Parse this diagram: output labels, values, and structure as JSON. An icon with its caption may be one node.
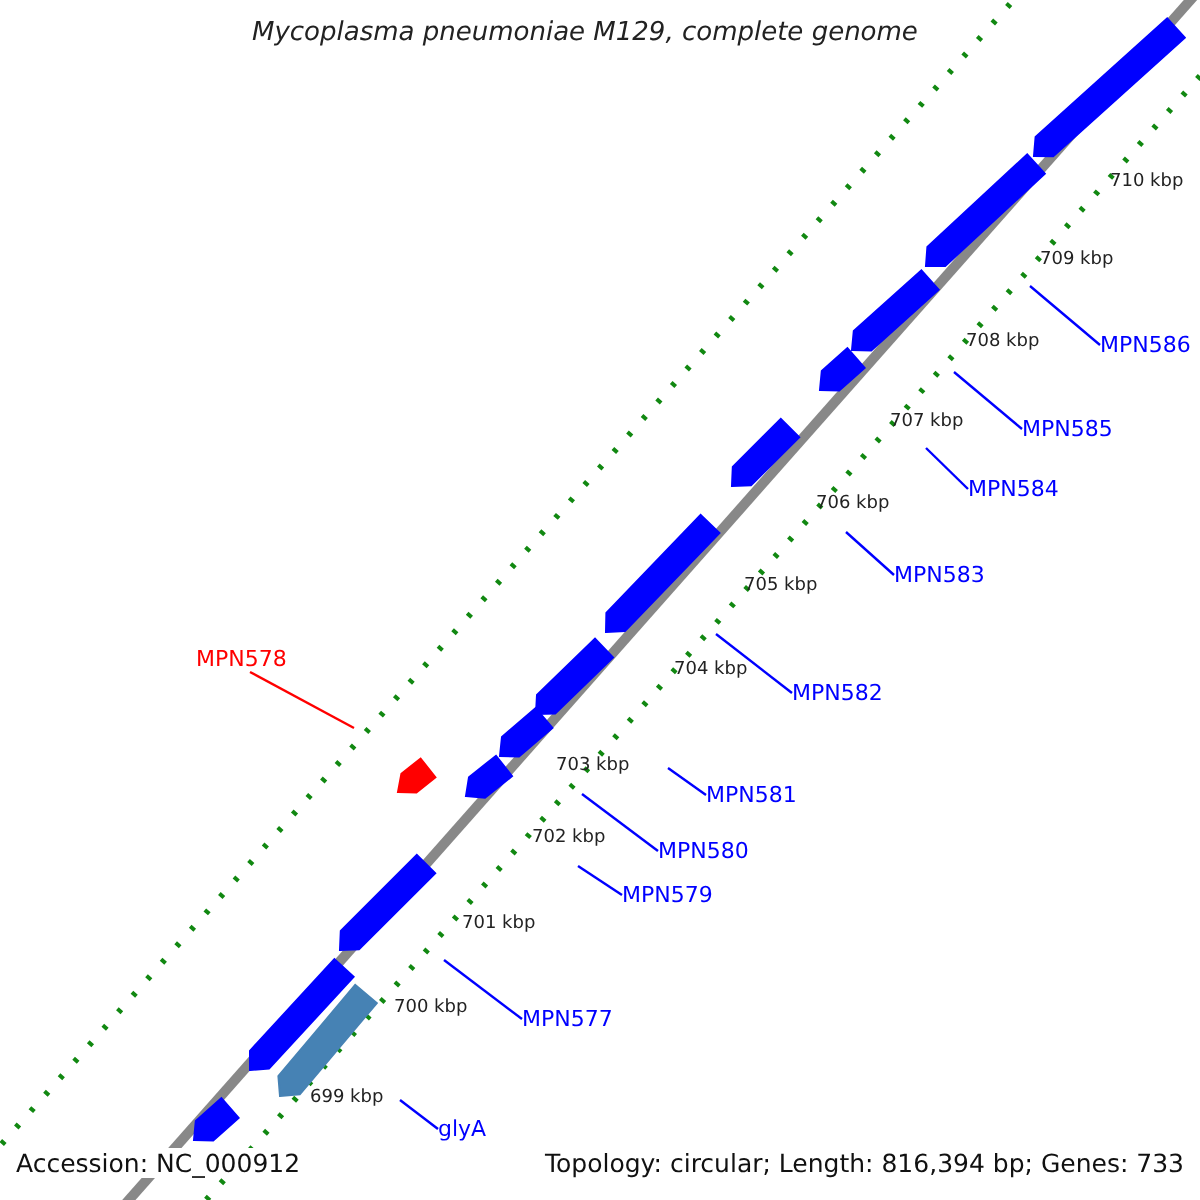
{
  "diagram": {
    "title": "Mycoplasma pneumoniae M129, complete genome",
    "nodes": [
      {
        "text": [
          "MPN586"
        ]
      },
      {
        "text": [
          "MPN585"
        ]
      },
      {
        "text": [
          "MPN584"
        ]
      },
      {
        "text": [
          "MPN583"
        ]
      },
      {
        "text": [
          "MPN582"
        ]
      },
      {
        "text": [
          "MPN578"
        ]
      },
      {
        "text": [
          "MPN581"
        ]
      },
      {
        "text": [
          "MPN580"
        ]
      },
      {
        "text": [
          "MPN579"
        ]
      },
      {
        "text": [
          "MPN577"
        ]
      },
      {
        "text": [
          "glyA"
        ]
      }
    ],
    "edges": [
      {
        "from": 0,
        "to": null,
        "arrow": "none"
      },
      {
        "from": 1,
        "to": null,
        "arrow": "none"
      },
      {
        "from": 2,
        "to": null,
        "arrow": "none"
      },
      {
        "from": 3,
        "to": null,
        "arrow": "none"
      },
      {
        "from": 4,
        "to": null,
        "arrow": "none"
      },
      {
        "from": 5,
        "to": null,
        "arrow": "none",
        "color": "#ff0000"
      },
      {
        "from": 6,
        "to": null,
        "arrow": "none"
      },
      {
        "from": 7,
        "to": null,
        "arrow": "none"
      },
      {
        "from": 8,
        "to": null,
        "arrow": "none"
      },
      {
        "from": 9,
        "to": null,
        "arrow": "none"
      },
      {
        "from": 10,
        "to": null,
        "arrow": "none"
      }
    ],
    "labels": [
      "710 kbp",
      "709 kbp",
      "708 kbp",
      "707 kbp",
      "706 kbp",
      "705 kbp",
      "704 kbp",
      "703 kbp",
      "702 kbp",
      "701 kbp",
      "700 kbp",
      "699 kbp",
      "Accession: NC_000912",
      "Topology: circular; Length: 816,394 bp; Genes: 733"
    ]
  }
}
